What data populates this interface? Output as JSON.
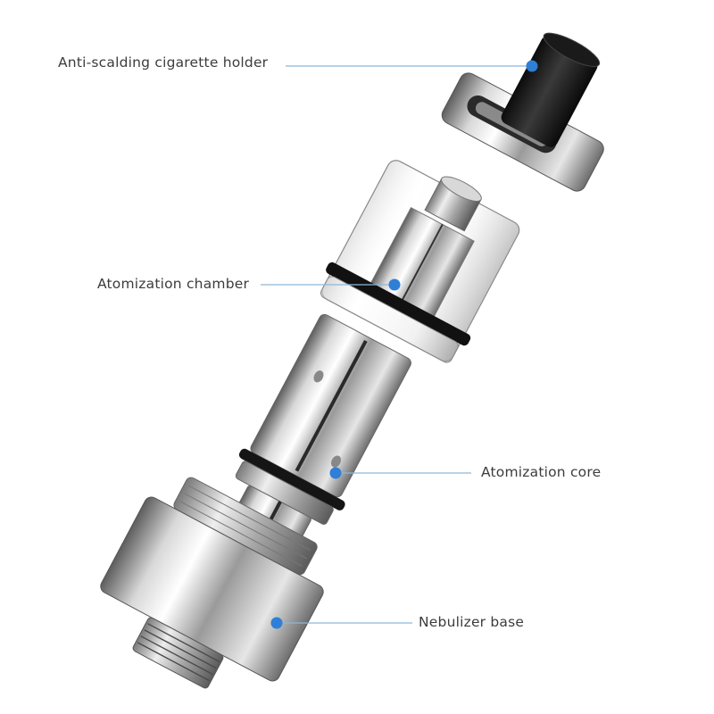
{
  "labels": {
    "holder": "Anti-scalding cigarette holder",
    "chamber": "Atomization chamber",
    "core": "Atomization core",
    "base": "Nebulizer base"
  },
  "colors": {
    "leader_line": "#8fb6d8",
    "marker_dot": "#2f7fd6",
    "metal_light": "#f2f2f2",
    "metal_dark": "#6a6a6a",
    "rubber": "#1a1a1a"
  },
  "icons": [
    "anti-scalding-holder-icon",
    "atomization-chamber-icon",
    "atomization-core-icon",
    "nebulizer-base-icon"
  ]
}
